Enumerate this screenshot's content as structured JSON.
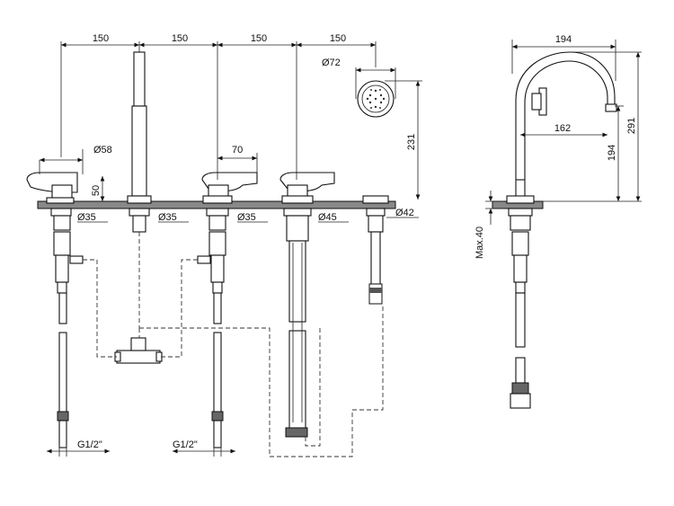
{
  "front_view": {
    "spacing_dims": [
      "150",
      "150",
      "150",
      "150"
    ],
    "handshower_head_dia": "Ø72",
    "handshower_height": "231",
    "lever_dia": "Ø58",
    "lever_height": "50",
    "spout_offset": "70",
    "base_dia_1": "Ø35",
    "base_dia_2": "Ø35",
    "base_dia_3": "Ø35",
    "base_dia_4": "Ø45",
    "base_dia_5": "Ø42",
    "thread_1": "G1/2\"",
    "thread_2": "G1/2\""
  },
  "side_view": {
    "width": "194",
    "reach": "162",
    "spout_height": "194",
    "total_height": "291",
    "max_deck": "Max.40"
  }
}
